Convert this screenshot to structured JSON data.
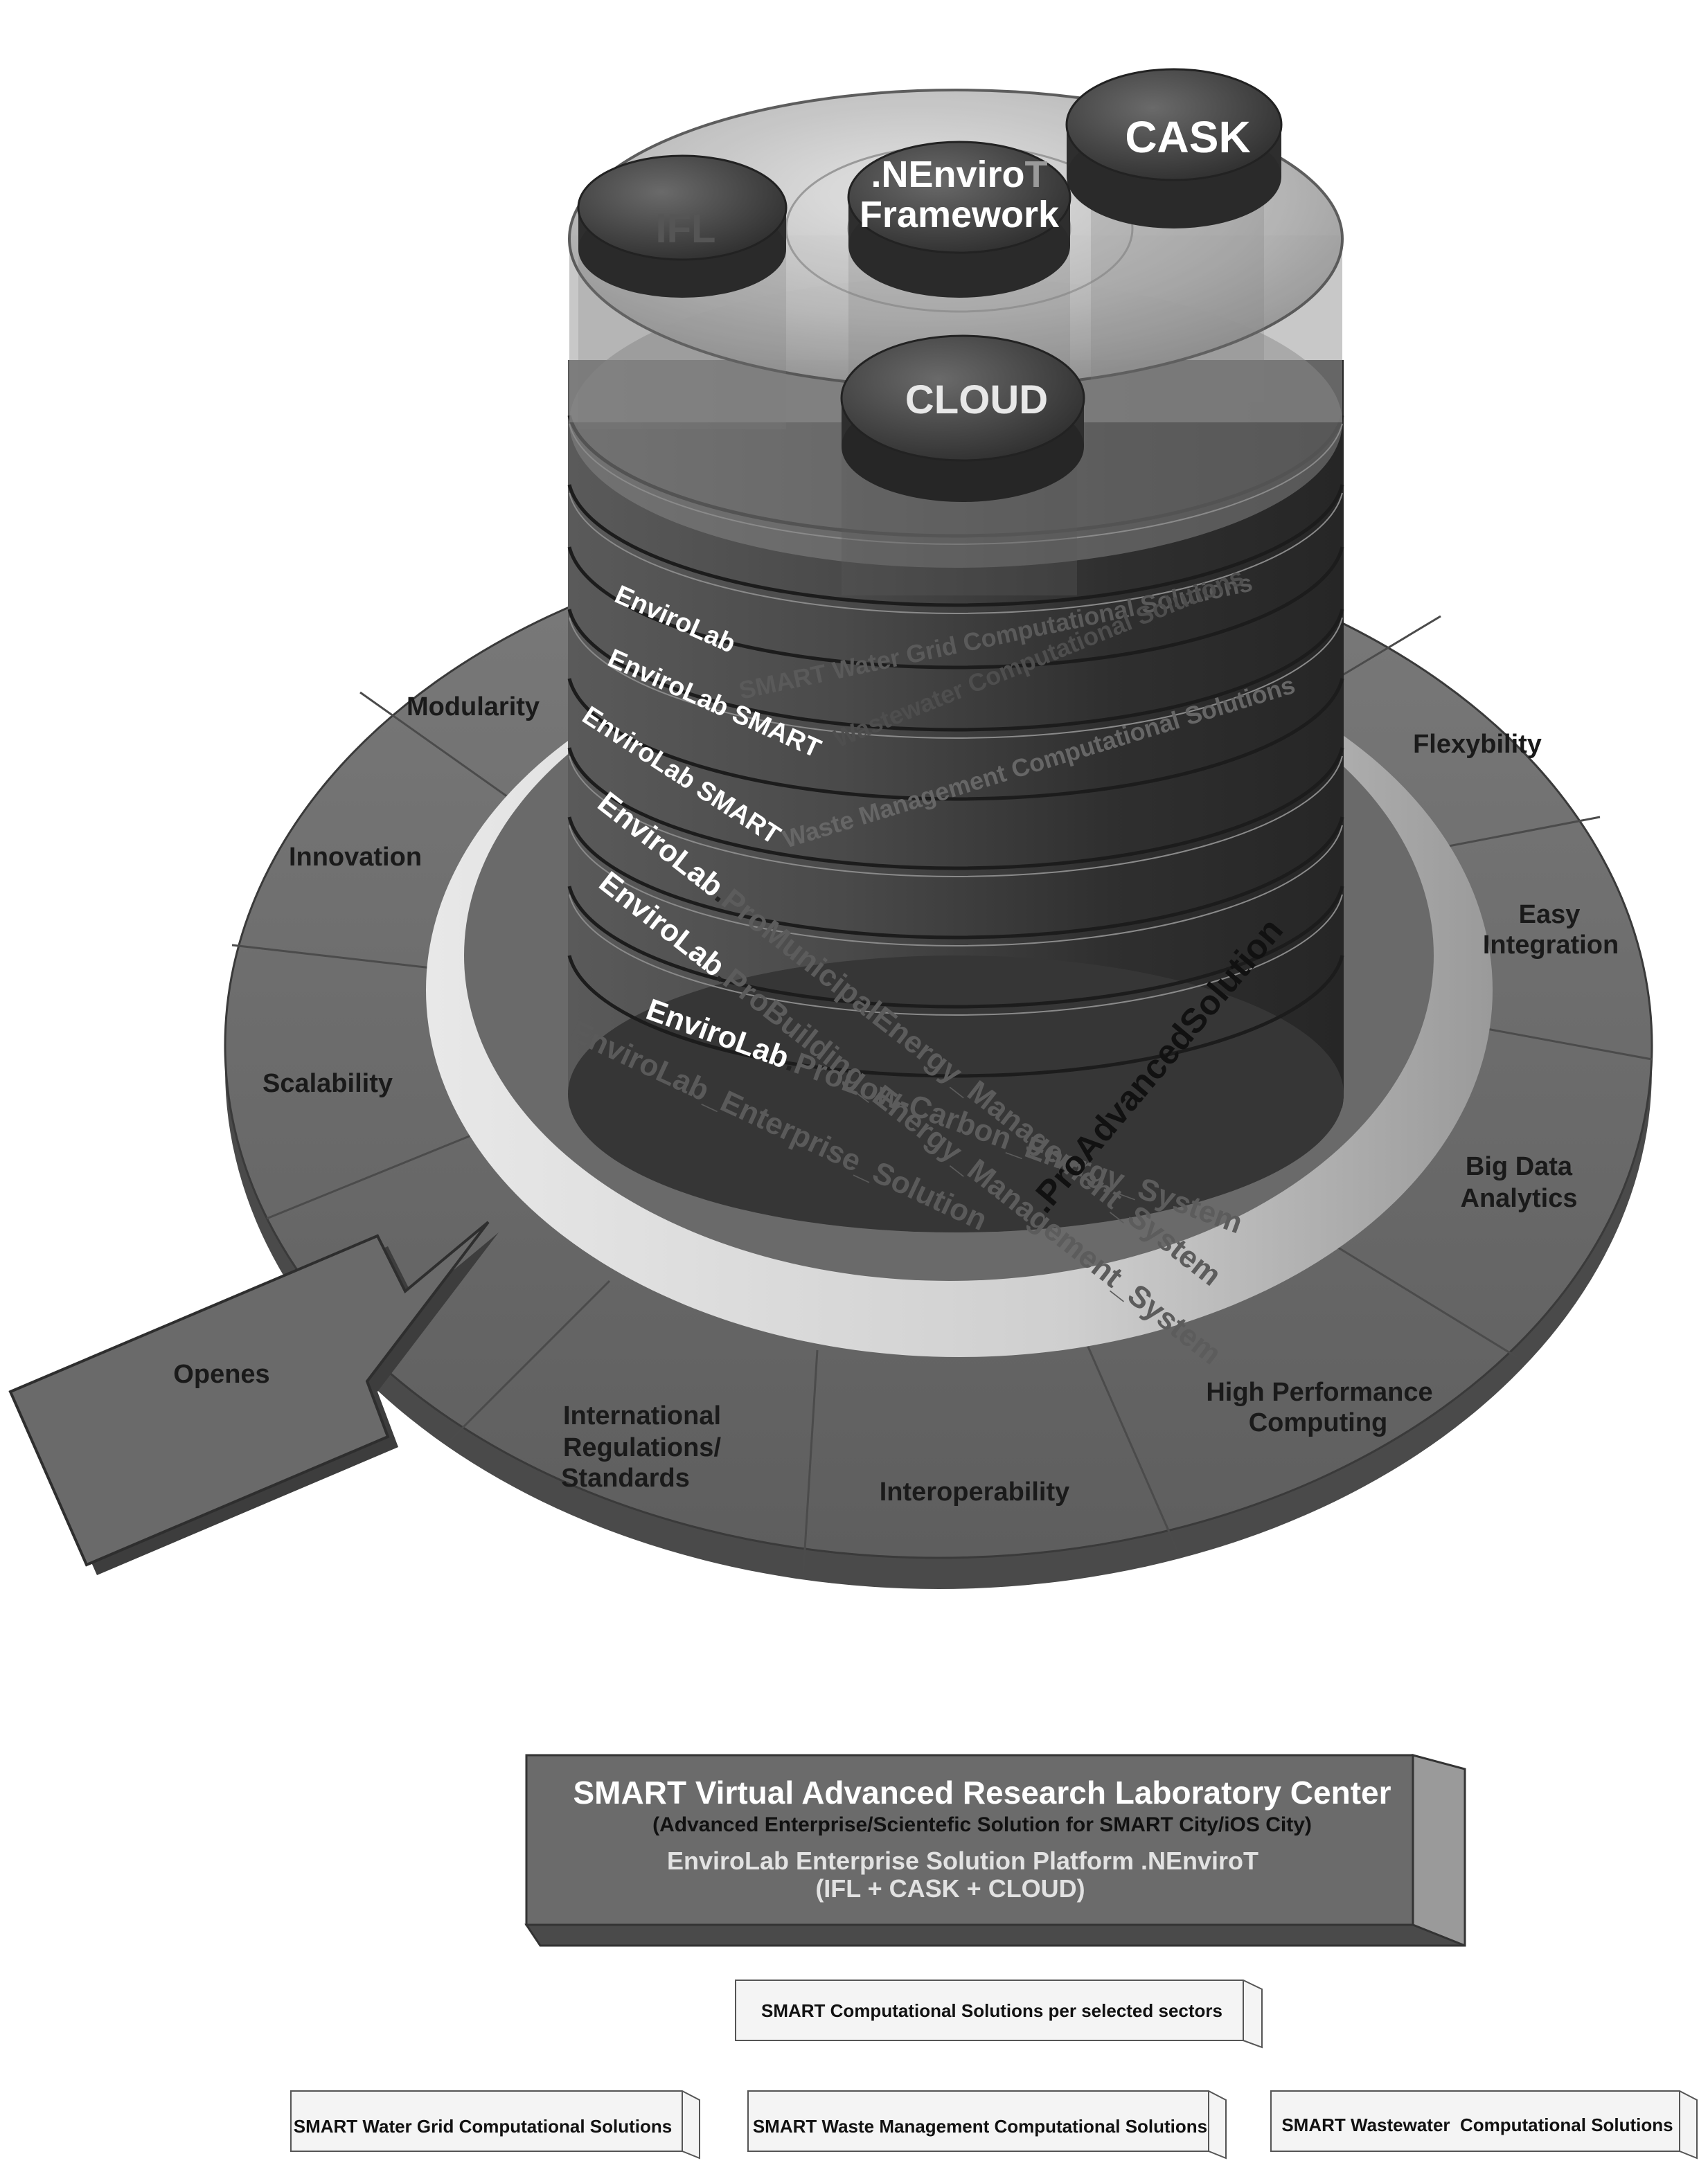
{
  "cylinder": {
    "top_discs": {
      "ifl": "IFL",
      "framework_prefix": ".NE",
      "framework_line1": "nviro",
      "framework_suffix": "T",
      "framework_line2": "Framework",
      "cask": "CASK",
      "cloud": "CLOUD"
    },
    "layers": [
      {
        "white": "EnviroLab",
        "grey": "SMART Water Grid Computational Solutions"
      },
      {
        "white": "EnviroLab SMART",
        "grey": "Wastewater Computational Solutions"
      },
      {
        "white": "EnviroLab SMART",
        "grey": "Waste Management Computational Solutions"
      },
      {
        "white": "EnviroLab",
        "dot": ".",
        "grey": "ProMunicipalEnergy_Management_System"
      },
      {
        "white": "EnviroLab",
        "dot": ".",
        "grey": "ProBuilding_Energy_Management_System"
      },
      {
        "white": "EnviroLab",
        "dot": ".",
        "grey": "ProLow-Carbon_Energy_System"
      }
    ],
    "base_text": "EnviroLab_Enterprise_Solution",
    "pro_advanced": ".ProAdvancedSolution",
    "pro_advanced_alt": ".ProAdvancedSolution"
  },
  "ring_segments": {
    "modularity": "Modularity",
    "innovation": "Innovation",
    "scalability": "Scalability",
    "openes": "Openes",
    "international": [
      "International",
      "Regulations/",
      "Standards"
    ],
    "interoperability": "Interoperability",
    "hpc": [
      "High Performance",
      "Computing"
    ],
    "big_data": [
      "Big Data",
      "Analytics"
    ],
    "easy_integration": [
      "Easy",
      "Integration"
    ],
    "flexybility": "Flexybility"
  },
  "center_box": {
    "title": "SMART Virtual Advanced Research Laboratory Center",
    "subtitle": "(Advanced Enterprise/Scientefic Solution for SMART City/iOS City)",
    "platform": "EnviroLab Enterprise Solution Platform .NEnviroT",
    "platform_sub": "(IFL + CASK + CLOUD)"
  },
  "sectors_box": "SMART Computational Solutions per selected sectors",
  "sector_boxes": [
    "SMART Water Grid Computational Solutions",
    "SMART Waste Management Computational Solutions",
    "SMART Wastewater  Computational Solutions"
  ],
  "colors": {
    "ring": "#6e6e6e",
    "ring_edge": "#555555",
    "cylinder_dark": "#3a3a3a",
    "box_fill": "#6b6b6b",
    "light_band": "#d9d9d9"
  }
}
